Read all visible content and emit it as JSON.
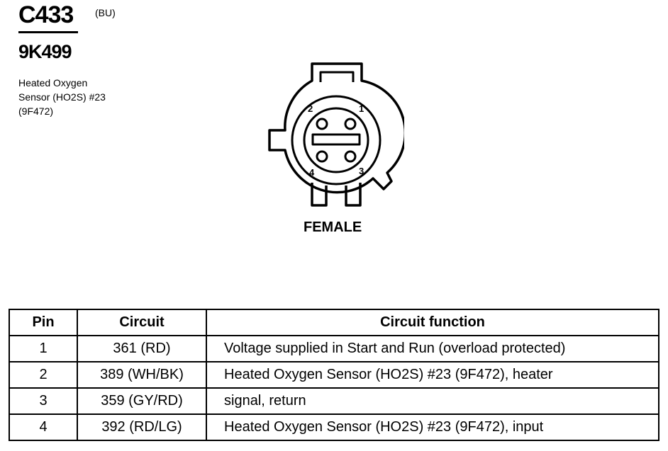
{
  "header": {
    "connector_id": "C433",
    "color_code": "(BU)",
    "part_number": "9K499",
    "description_lines": [
      "Heated Oxygen",
      "Sensor (HO2S) #23",
      "(9F472)"
    ]
  },
  "diagram": {
    "pin_labels": [
      "1",
      "2",
      "3",
      "4"
    ],
    "gender": "FEMALE"
  },
  "table": {
    "headers": [
      "Pin",
      "Circuit",
      "Circuit function"
    ],
    "rows": [
      {
        "pin": "1",
        "circuit": "361 (RD)",
        "function": "Voltage supplied in Start and Run (overload protected)"
      },
      {
        "pin": "2",
        "circuit": "389 (WH/BK)",
        "function": "Heated Oxygen Sensor (HO2S) #23 (9F472), heater"
      },
      {
        "pin": "3",
        "circuit": "359 (GY/RD)",
        "function": "signal, return"
      },
      {
        "pin": "4",
        "circuit": "392 (RD/LG)",
        "function": "Heated Oxygen Sensor (HO2S) #23 (9F472), input"
      }
    ]
  }
}
